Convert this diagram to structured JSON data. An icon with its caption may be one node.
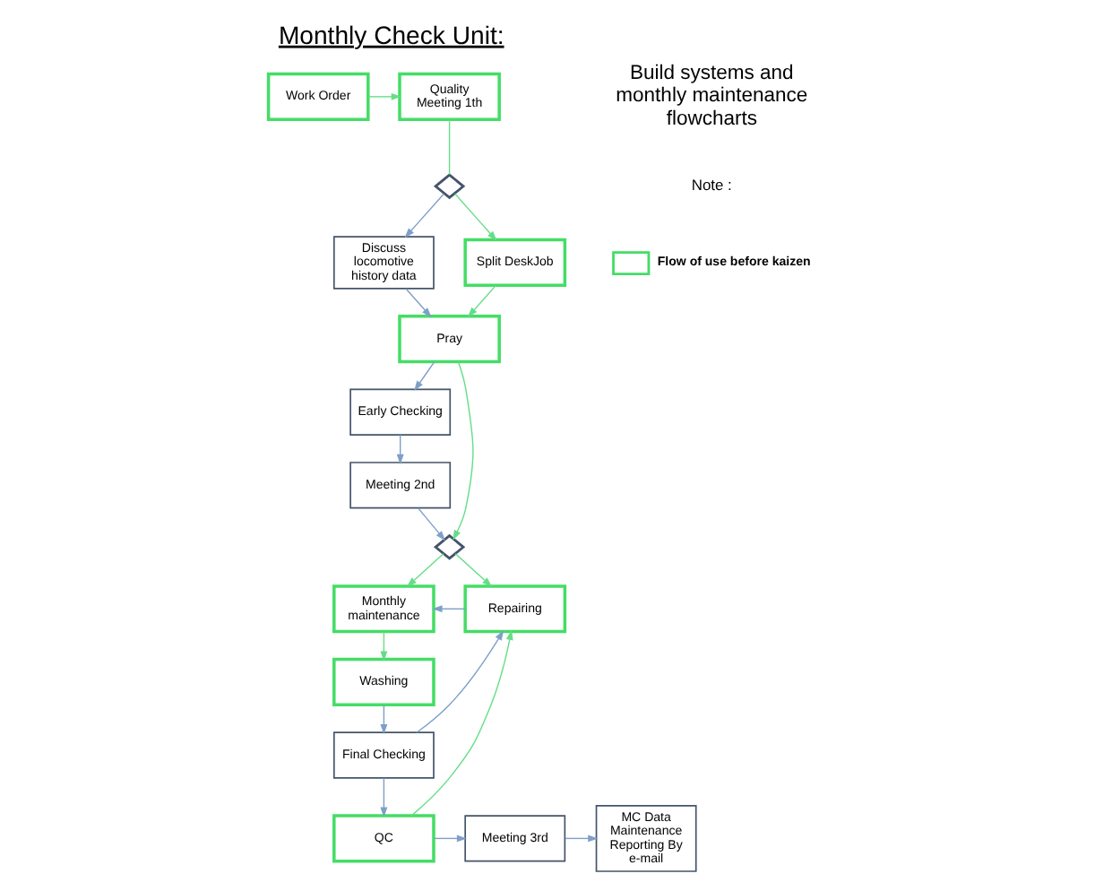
{
  "diagram": {
    "title": "Monthly Check Unit:",
    "nodes": [
      {
        "text": [
          "Work Order"
        ]
      },
      {
        "text": [
          "Quality Meeting 1th"
        ]
      },
      {
        "text": [],
        "shape": "diamond"
      },
      {
        "text": [
          "Discuss locomotive history data"
        ]
      },
      {
        "text": [
          "Split DeskJob"
        ]
      },
      {
        "text": [
          "Pray"
        ]
      },
      {
        "text": [
          "Early Checking"
        ]
      },
      {
        "text": [
          "Meeting 2nd"
        ]
      },
      {
        "text": [],
        "shape": "diamond"
      },
      {
        "text": [
          "Monthly maintenance"
        ]
      },
      {
        "text": [
          "Repairing"
        ]
      },
      {
        "text": [
          "Washing"
        ]
      },
      {
        "text": [
          "Final Checking"
        ]
      },
      {
        "text": [
          "QC"
        ]
      },
      {
        "text": [
          "Meeting 3rd"
        ]
      },
      {
        "text": [
          "MC Data Maintenance Reporting By e-mail"
        ]
      }
    ],
    "edges": [
      {
        "from": 0,
        "to": 1,
        "arrow": "to",
        "color": "#66dd88"
      },
      {
        "from": 1,
        "to": 2,
        "arrow": "none",
        "color": "#66dd88"
      },
      {
        "from": 2,
        "to": 3,
        "arrow": "to"
      },
      {
        "from": 2,
        "to": 4,
        "arrow": "to",
        "color": "#66dd88"
      },
      {
        "from": 3,
        "to": 5,
        "arrow": "to"
      },
      {
        "from": 4,
        "to": 5,
        "arrow": "to",
        "color": "#66dd88"
      },
      {
        "from": 5,
        "to": 8,
        "arrow": "to",
        "color": "#66dd88"
      },
      {
        "from": 5,
        "to": 6,
        "arrow": "to"
      },
      {
        "from": 6,
        "to": 7,
        "arrow": "to"
      },
      {
        "from": 7,
        "to": 8,
        "arrow": "to"
      },
      {
        "from": 8,
        "to": 9,
        "arrow": "to",
        "color": "#66dd88"
      },
      {
        "from": 8,
        "to": 10,
        "arrow": "to",
        "color": "#66dd88"
      },
      {
        "from": 10,
        "to": 9,
        "arrow": "to"
      },
      {
        "from": 9,
        "to": 11,
        "arrow": "to",
        "color": "#66dd88"
      },
      {
        "from": 11,
        "to": 12,
        "arrow": "to"
      },
      {
        "from": 12,
        "to": 10,
        "arrow": "to"
      },
      {
        "from": 12,
        "to": 13,
        "arrow": "to"
      },
      {
        "from": 13,
        "to": 10,
        "arrow": "to",
        "color": "#66dd88"
      },
      {
        "from": 13,
        "to": 14,
        "arrow": "to"
      },
      {
        "from": 14,
        "to": 15,
        "arrow": "to"
      }
    ],
    "labels": [
      "Build systems and monthly maintenance flowcharts",
      "Note :"
    ],
    "legend": [
      {
        "text": "Flow of use before kaizen"
      }
    ]
  }
}
